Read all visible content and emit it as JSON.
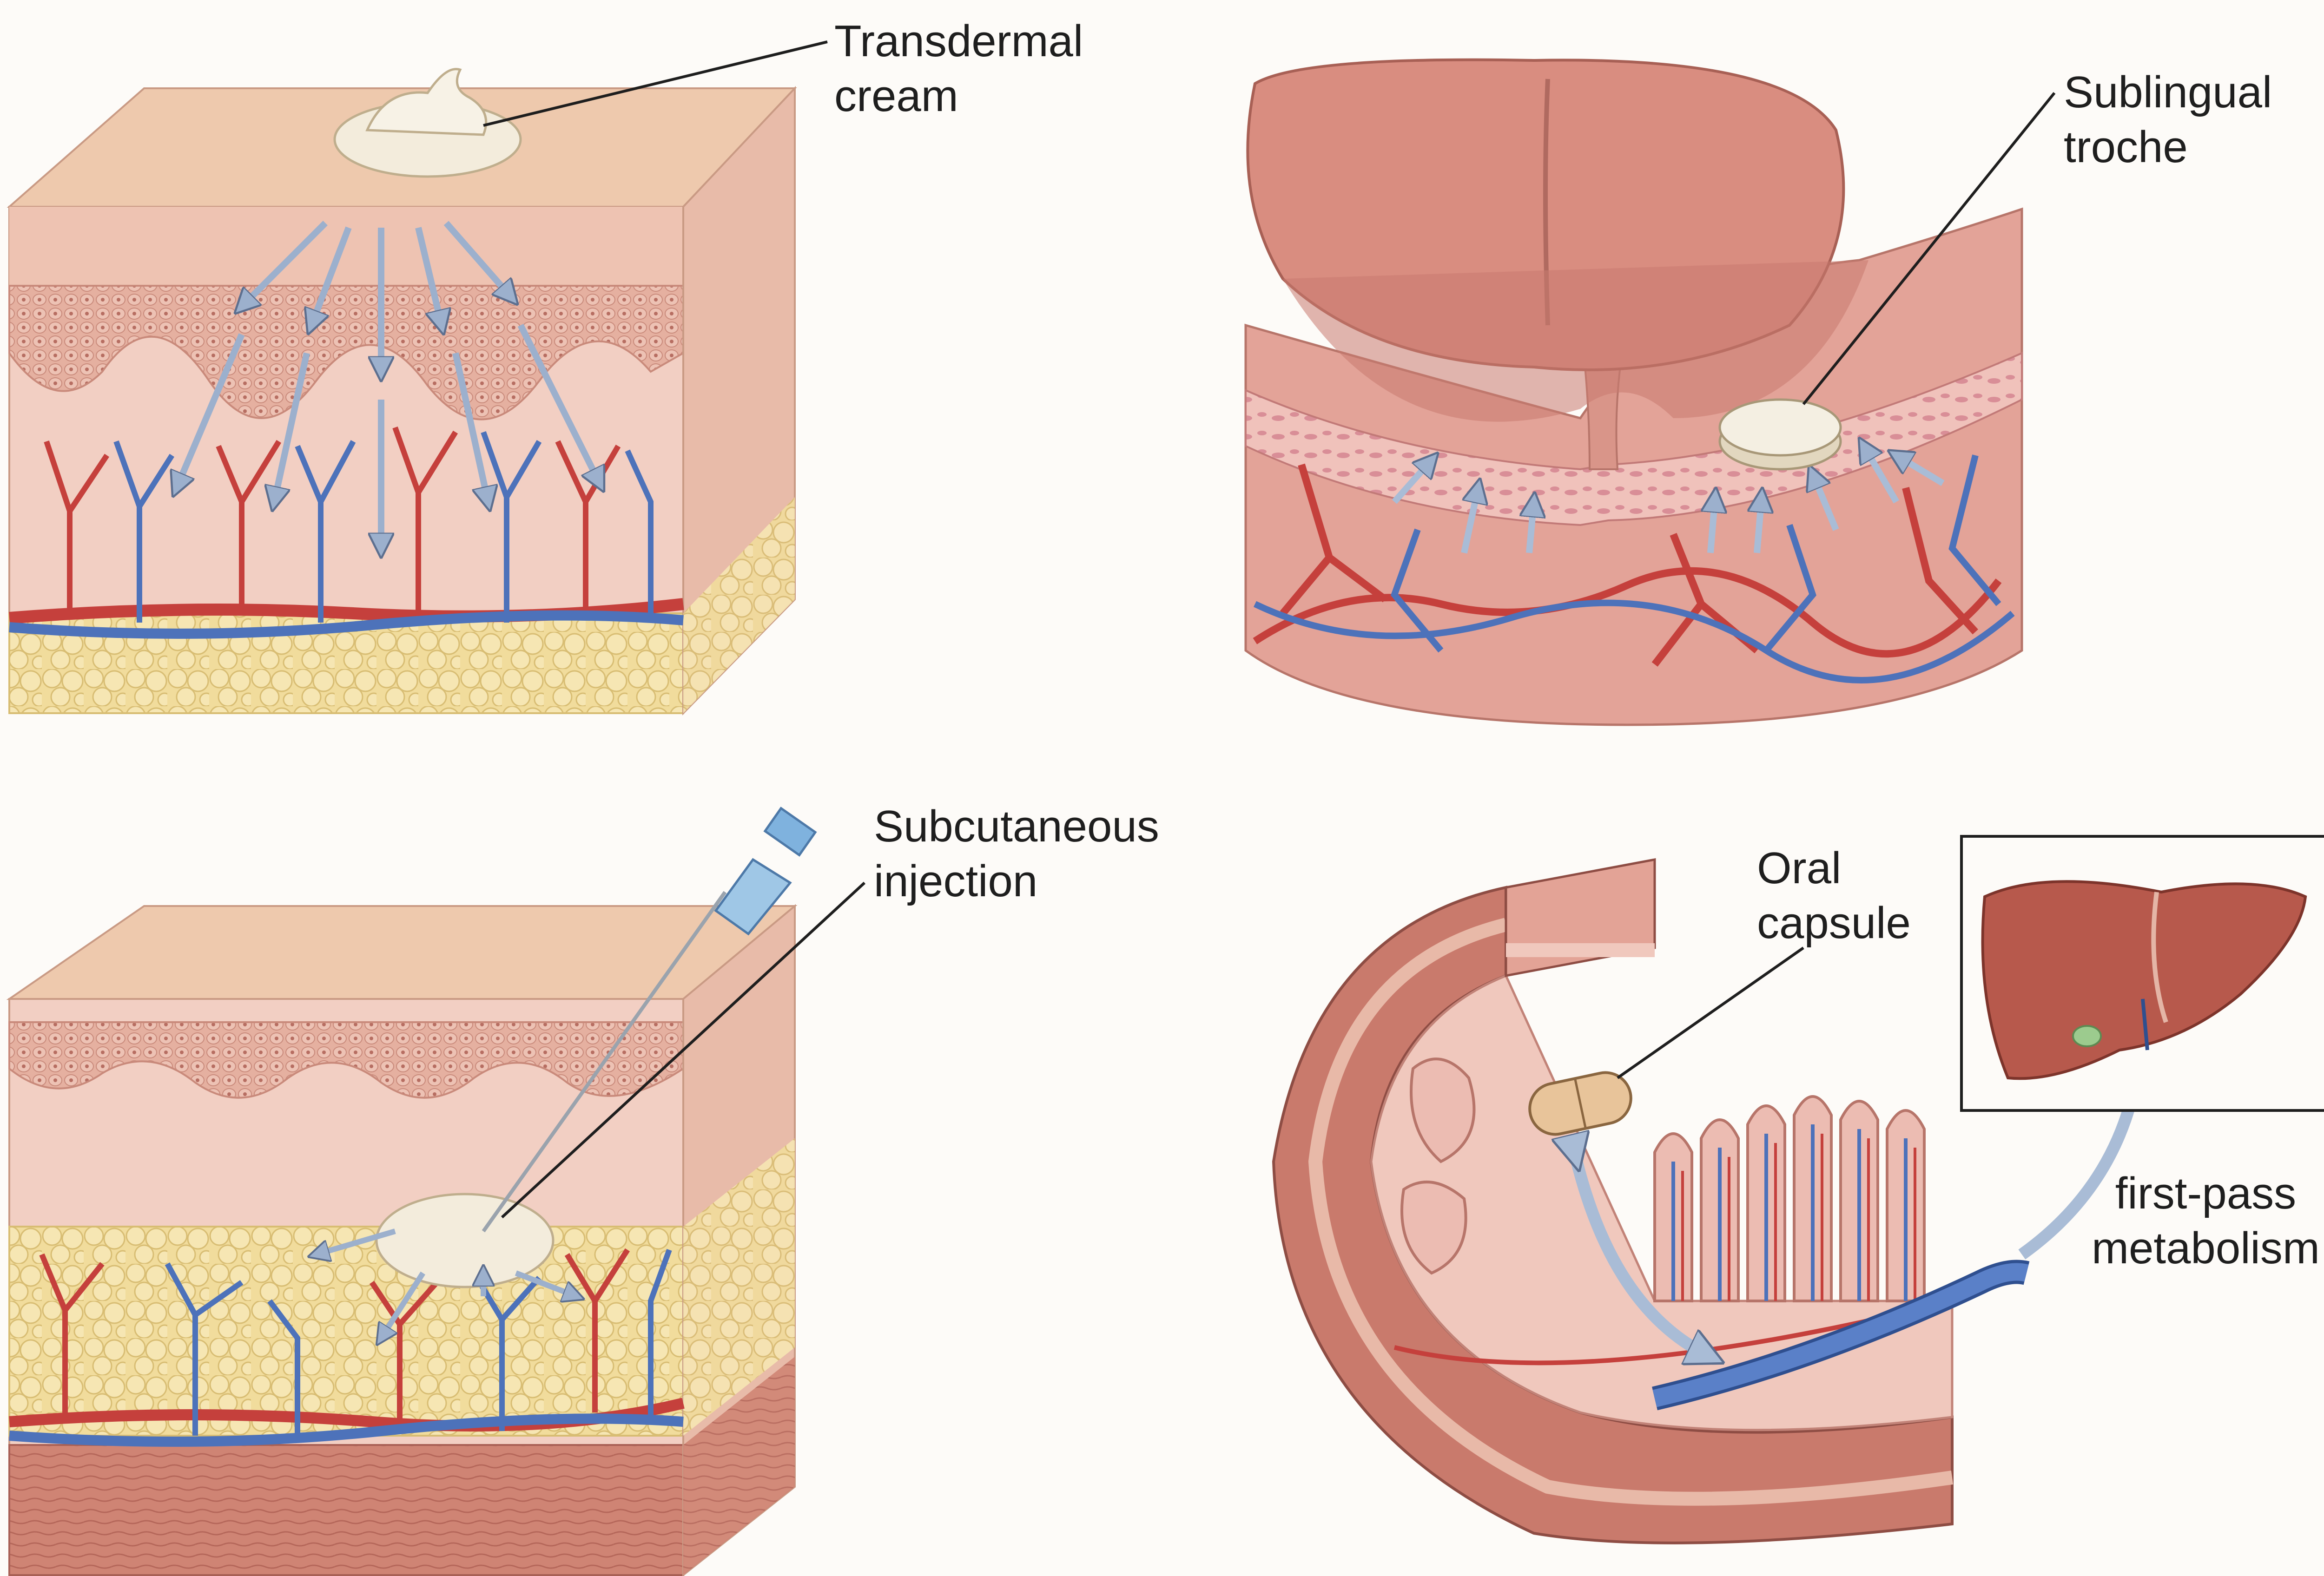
{
  "panels": {
    "transdermal": {
      "label": [
        "Transdermal",
        "cream"
      ]
    },
    "sublingual": {
      "label": [
        "Sublingual",
        "troche"
      ]
    },
    "subcutaneous": {
      "label": [
        "Subcutaneous",
        "injection"
      ]
    },
    "oral": {
      "label": [
        "Oral",
        "capsule"
      ],
      "metabolism_label": [
        "first-pass",
        "metabolism"
      ]
    }
  },
  "colors": {
    "background": "#fdfbf8",
    "skin_surface": "#eec9ad",
    "dermis": "#f2cfc3",
    "epidermis": "#e7b5a6",
    "fat": "#f1dc9c",
    "muscle": "#c97a6c",
    "artery": "#c5403c",
    "vein": "#4d72ba",
    "arrow": "#9cb0cd",
    "tongue": "#d98d80",
    "liver": "#b7594c",
    "gallbladder": "#9ccb8e",
    "cream": "#f3ecdc",
    "capsule": "#e8c49a"
  },
  "icons": [
    "cream-dollop-icon",
    "troche-tablet-icon",
    "syringe-icon",
    "capsule-icon",
    "liver-icon"
  ]
}
